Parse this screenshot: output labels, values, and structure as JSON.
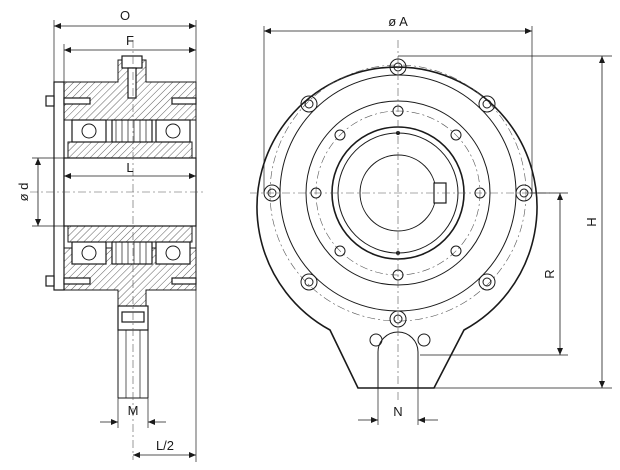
{
  "labels": {
    "O": "O",
    "F": "F",
    "d": "ø d",
    "L": "L",
    "M": "M",
    "L2": "L/2",
    "A": "ø A",
    "H": "H",
    "R": "R",
    "N": "N"
  }
}
